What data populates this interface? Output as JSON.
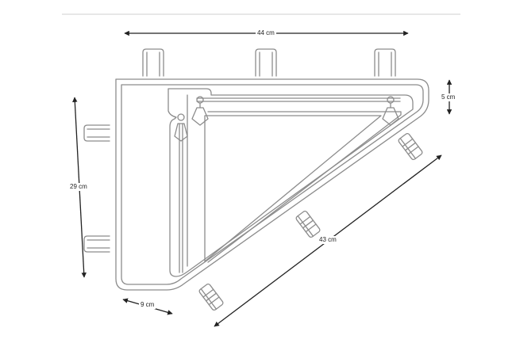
{
  "dimensions": {
    "width": "44 cm",
    "depth": "5 cm",
    "height": "29 cm",
    "diagonal": "43 cm",
    "bottom": "9 cm"
  },
  "colors": {
    "outline": "#8c8c8c",
    "dimension_line": "#222222",
    "top_rule": "#cfcfcf"
  }
}
